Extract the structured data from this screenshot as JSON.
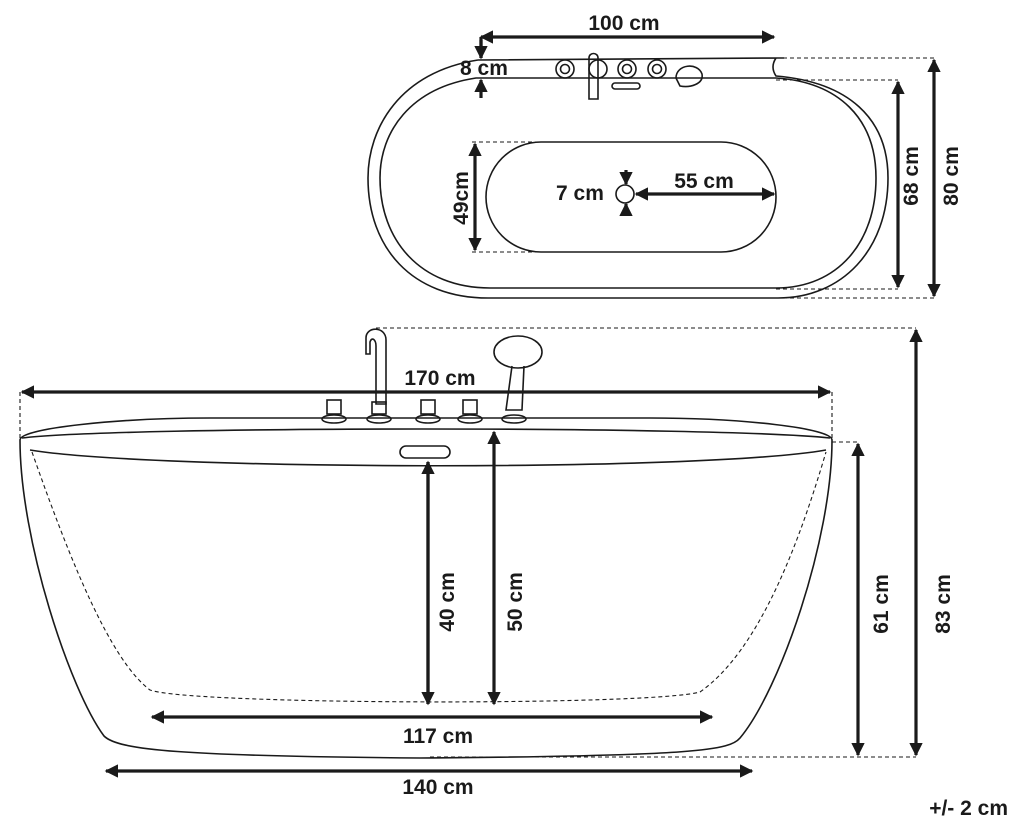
{
  "top_view": {
    "dimensions": {
      "length": "100 cm",
      "rim_width": "8 cm",
      "inner_width": "49cm",
      "drain_diameter": "7 cm",
      "drain_offset": "55 cm",
      "inner_depth": "68 cm",
      "total_width": "80 cm"
    }
  },
  "side_view": {
    "dimensions": {
      "total_length": "170 cm",
      "depth_to_overflow": "40 cm",
      "inner_depth": "50 cm",
      "bottom_inner_length": "117 cm",
      "base_length": "140 cm",
      "body_height": "61 cm",
      "total_height": "83 cm"
    }
  },
  "tolerance": "+/- 2 cm"
}
